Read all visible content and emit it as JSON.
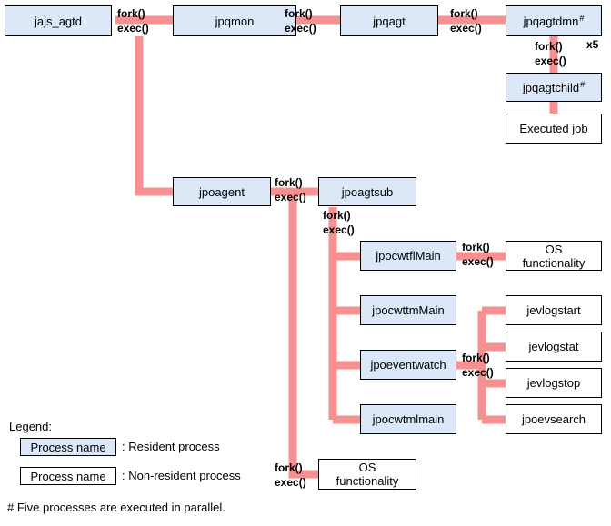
{
  "colors": {
    "connector": "#f79191",
    "resident_fill": "#dce8f8",
    "nonresident_fill": "#ffffff",
    "border": "#000000"
  },
  "call_labels": {
    "fork": "fork()",
    "exec": "exec()"
  },
  "processes": {
    "jajs_agtd": "jajs_agtd",
    "jpqmon": "jpqmon",
    "jpqagt": "jpqagt",
    "jpqagtdmn": "jpqagtdmn",
    "jpqagtdmn_mark": "#",
    "jpqagtdmn_multiplicity": "x5",
    "jpqagtchild": "jpqagtchild",
    "jpqagtchild_mark": "#",
    "executed_job": "Executed job",
    "jpoagent": "jpoagent",
    "jpoagtsub": "jpoagtsub",
    "jpocwtflMain": "jpocwtflMain",
    "os_functionality_1_line1": "OS",
    "os_functionality_1_line2": "functionality",
    "jpocwttmMain": "jpocwttmMain",
    "jpoeventwatch": "jpoeventwatch",
    "jpocwtmlmain": "jpocwtmlmain",
    "jevlogstart": "jevlogstart",
    "jevlogstat": "jevlogstat",
    "jevlogstop": "jevlogstop",
    "jpoevsearch": "jpoevsearch",
    "os_functionality_2_line1": "OS",
    "os_functionality_2_line2": "functionality"
  },
  "legend": {
    "title": "Legend:",
    "resident_sample": "Process name",
    "resident_desc": ": Resident process",
    "nonresident_sample": "Process name",
    "nonresident_desc": ": Non-resident process"
  },
  "footnote": "#  Five processes are executed in parallel."
}
